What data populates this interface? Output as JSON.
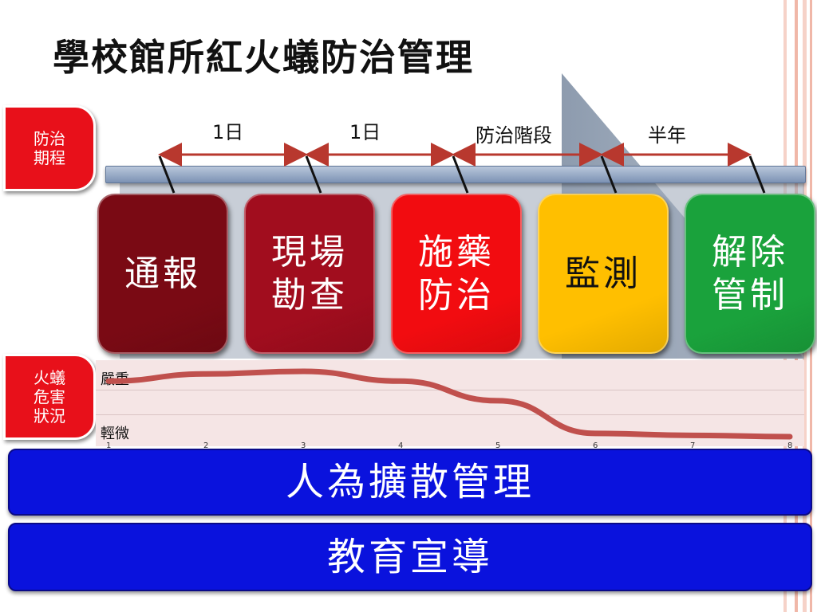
{
  "title": "學校館所紅火蟻防治管理",
  "schedule_label": "防治期程",
  "hazard_label": "火蟻危害狀況",
  "durations": [
    "1日",
    "1日",
    "防治階段",
    "半年"
  ],
  "stages": [
    {
      "label": "通報",
      "color": "#7a0a14",
      "text_color": "#ffffff"
    },
    {
      "label": "現場勘查",
      "color": "#a10d1e",
      "text_color": "#ffffff"
    },
    {
      "label": "施藥防治",
      "color": "#f20c10",
      "text_color": "#ffffff"
    },
    {
      "label": "監測",
      "color": "#ffbf00",
      "text_color": "#111111"
    },
    {
      "label": "解除管制",
      "color": "#1aa23c",
      "text_color": "#ffffff"
    }
  ],
  "chart_data": {
    "type": "line",
    "ylabels": {
      "high": "嚴重",
      "low": "輕微"
    },
    "x": [
      1,
      2,
      3,
      4,
      5,
      6,
      7,
      8
    ],
    "x_ticks": [
      "1",
      "2",
      "3",
      "4",
      "5",
      "6",
      "7",
      "8"
    ],
    "y": [
      0.85,
      0.96,
      1.0,
      0.85,
      0.55,
      0.05,
      0.02,
      0.0
    ],
    "ylim": [
      0,
      1
    ],
    "line_color": "#c0504d"
  },
  "banners": [
    "人為擴散管理",
    "教育宣導"
  ],
  "colors": {
    "accent_red": "#e8101a",
    "arrow": "#b8382e",
    "banner_blue": "#0a12dd"
  }
}
